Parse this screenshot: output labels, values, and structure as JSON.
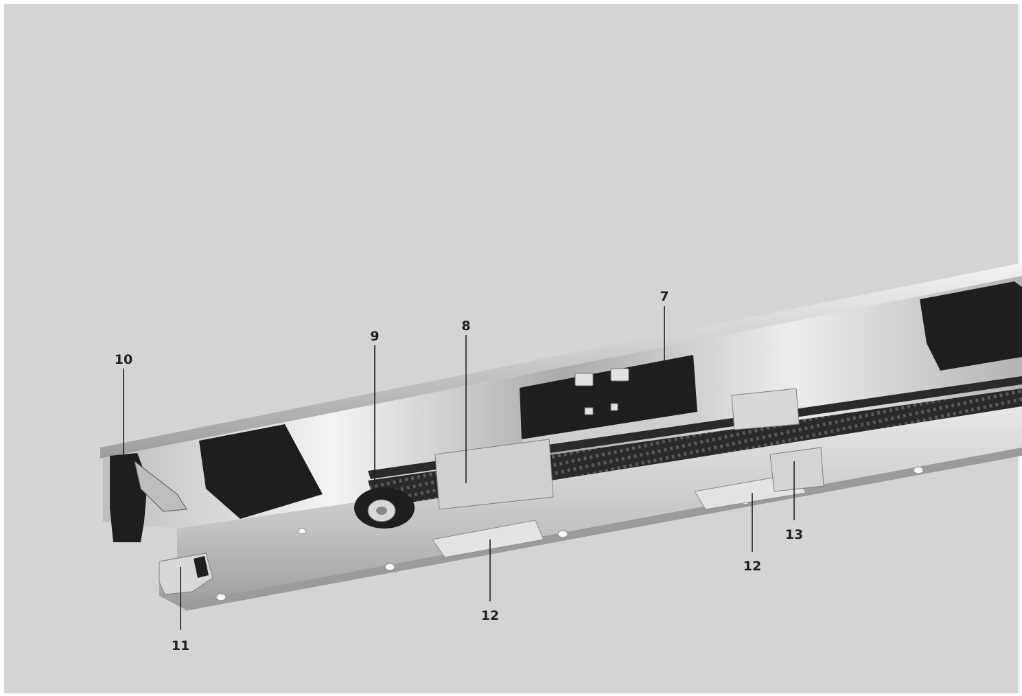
{
  "colors": {
    "page": "#ffffff",
    "panel": "#d3d4d6",
    "rail_light": "#e4e4e4",
    "rail_mid": "#b9b9bb",
    "rail_dark": "#8e8f92",
    "block_dark": "#1e1e1e",
    "belt": "#2a2a2a",
    "callout_text": "#1f1f1f"
  },
  "callouts": [
    {
      "id": "c7",
      "label": "7"
    },
    {
      "id": "c8",
      "label": "8"
    },
    {
      "id": "c9",
      "label": "9"
    },
    {
      "id": "c10",
      "label": "10"
    },
    {
      "id": "c11",
      "label": "11"
    },
    {
      "id": "c12a",
      "label": "12"
    },
    {
      "id": "c12b",
      "label": "12"
    },
    {
      "id": "c13",
      "label": "13"
    }
  ]
}
